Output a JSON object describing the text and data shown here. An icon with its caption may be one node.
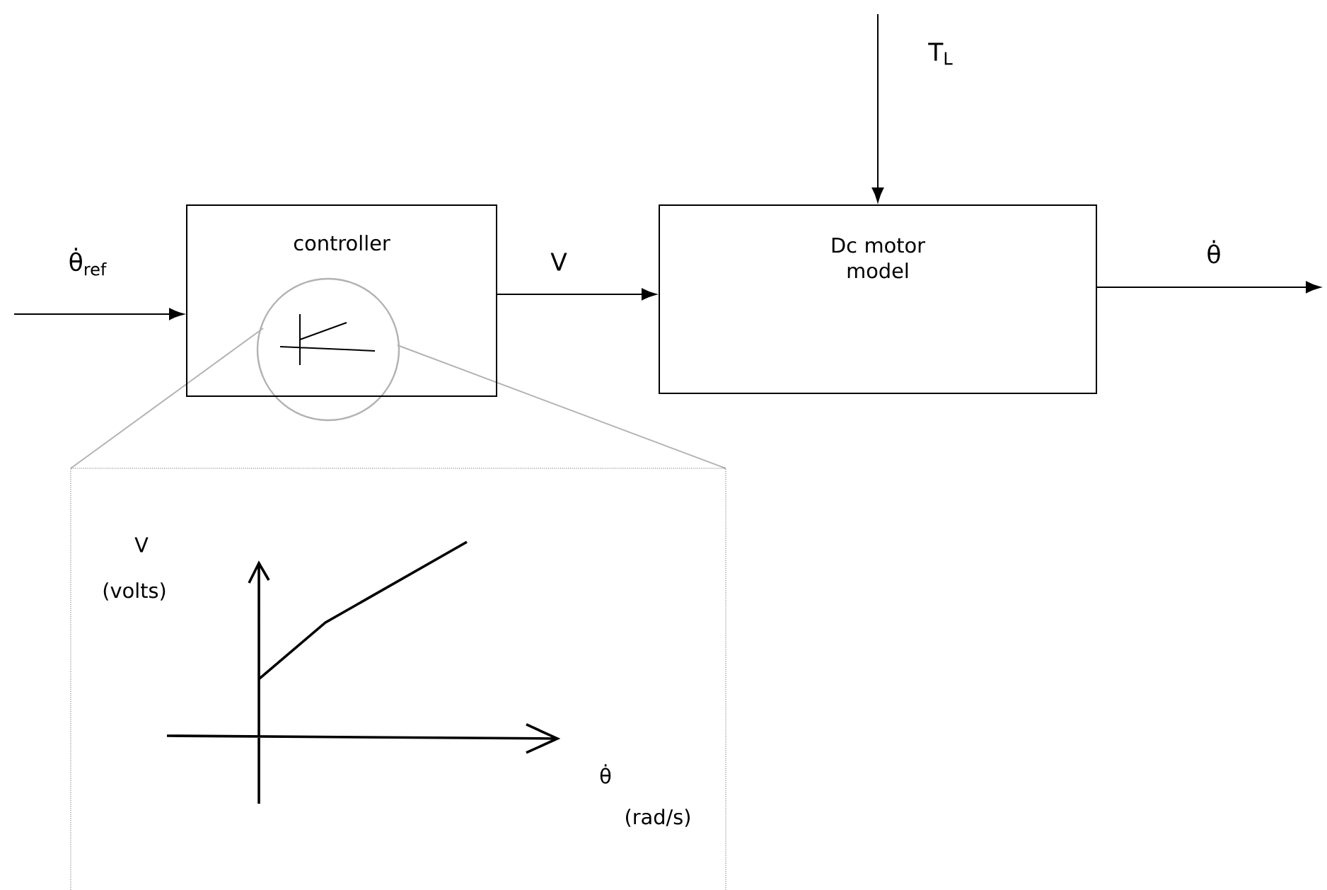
{
  "diagram": {
    "nodes": [
      {
        "text": [
          "controller"
        ]
      },
      {
        "text": [
          "Dc motor model"
        ]
      }
    ],
    "edges": [
      {
        "from": null,
        "to": 0,
        "arrow": "to",
        "label": "θ̇$_{ref}$"
      },
      {
        "from": 0,
        "to": 1,
        "arrow": "to",
        "label": "V"
      },
      {
        "from": null,
        "to": 1,
        "arrow": "to",
        "label": "T$_{L}$"
      },
      {
        "from": 1,
        "to": null,
        "arrow": "to",
        "label": "θ̇"
      }
    ],
    "labels": [
      "V",
      "(volts)",
      "θ̇",
      "(rad/s)"
    ]
  }
}
